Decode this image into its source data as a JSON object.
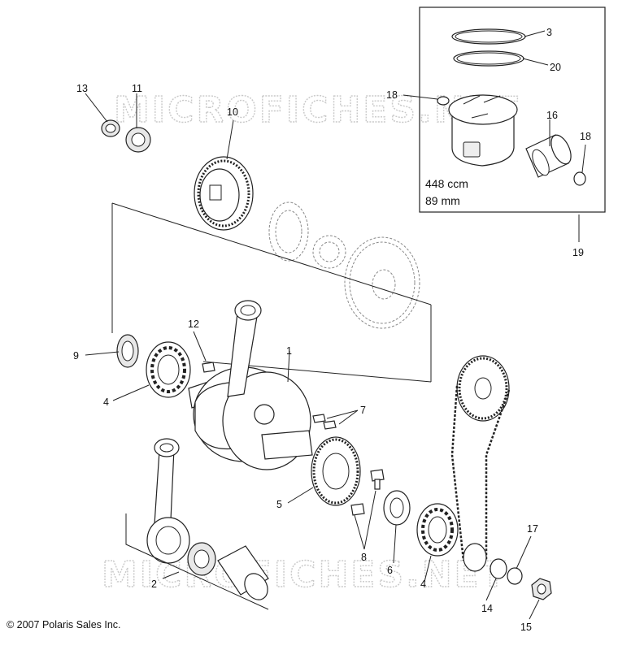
{
  "watermarks": [
    "MICROFICHES.NET",
    "MICROFICHES.NET"
  ],
  "piston_kit": {
    "displacement": "448 ccm",
    "bore": "89 mm"
  },
  "copyright": "© 2007 Polaris Sales Inc.",
  "callouts": [
    "1",
    "2",
    "3",
    "4",
    "4",
    "5",
    "6",
    "7",
    "8",
    "9",
    "10",
    "11",
    "12",
    "13",
    "14",
    "15",
    "16",
    "17",
    "18",
    "18",
    "19",
    "20"
  ]
}
